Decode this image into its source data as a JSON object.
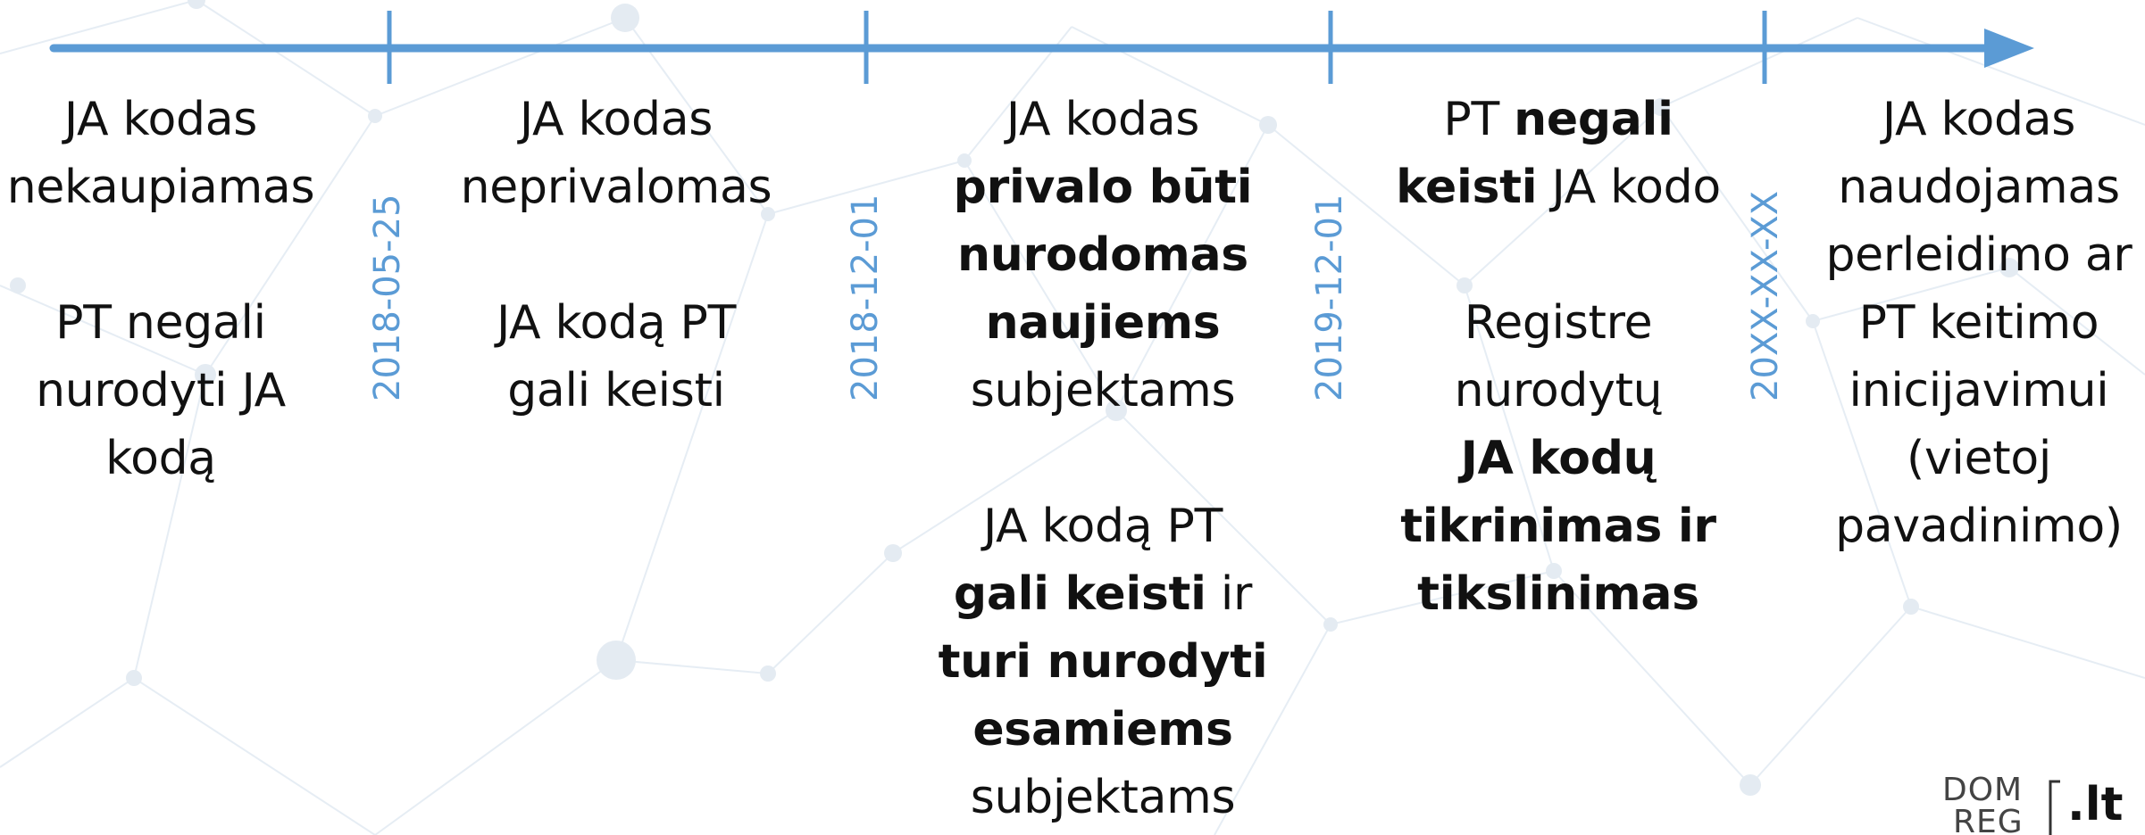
{
  "columns": [
    {
      "lines": [
        [
          "JA kodas"
        ],
        [
          "nekaupiamas"
        ],
        [],
        [
          "PT negali"
        ],
        [
          "nurodyti JA"
        ],
        [
          "kodą"
        ]
      ]
    },
    {
      "lines": [
        [
          "JA kodas"
        ],
        [
          "neprivalomas"
        ],
        [],
        [
          "JA kodą PT"
        ],
        [
          "gali keisti"
        ]
      ]
    },
    {
      "lines": [
        [
          "JA kodas"
        ],
        [
          "*privalo būti"
        ],
        [
          "*nurodomas"
        ],
        [
          "*naujiems"
        ],
        [
          "subjektams"
        ],
        [],
        [
          "JA kodą PT"
        ],
        [
          "*gali keisti",
          " ir"
        ],
        [
          "*turi nurodyti"
        ],
        [
          "*esamiems"
        ],
        [
          "subjektams"
        ]
      ]
    },
    {
      "lines": [
        [
          "PT ",
          "*negali"
        ],
        [
          "*keisti",
          " JA kodo"
        ],
        [],
        [
          "Registre"
        ],
        [
          "nurodytų"
        ],
        [
          "*JA kodų"
        ],
        [
          "*tikrinimas ir"
        ],
        [
          "*tikslinimas"
        ]
      ]
    },
    {
      "lines": [
        [
          "JA kodas"
        ],
        [
          "naudojamas"
        ],
        [
          "perleidimo ar"
        ],
        [
          "PT keitimo"
        ],
        [
          "inicijavimui"
        ],
        [
          "(vietoj"
        ],
        [
          "pavadinimo)"
        ]
      ]
    }
  ],
  "dates": [
    "2018-05-25",
    "2018-12-01",
    "2019-12-01",
    "20XX-XX-XX"
  ],
  "logo": {
    "top": "DOM",
    "bottom": "REG",
    "suffix": ".lt"
  },
  "colors": {
    "accent": "#5b9bd5",
    "text": "#111111",
    "network": "#e4ebf2"
  }
}
